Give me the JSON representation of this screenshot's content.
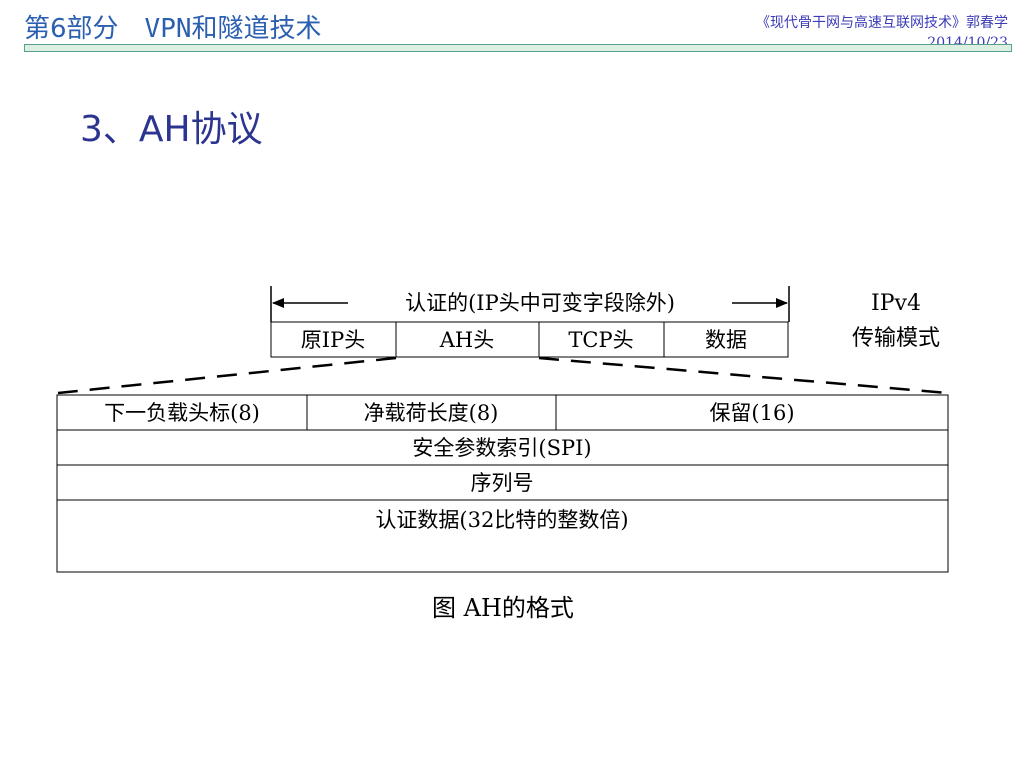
{
  "header": {
    "section_number": "第6部分",
    "section_title": "VPN和隧道技术",
    "book": "《现代骨干网与高速互联网技术》郭春学",
    "date": "2014/10/23"
  },
  "slide": {
    "title": "3、AH协议"
  },
  "diagram": {
    "auth_scope_label": "认证的(IP头中可变字段除外)",
    "packet_fields": [
      "原IP头",
      "AH头",
      "TCP头",
      "数据"
    ],
    "mode_label_line1": "IPv4",
    "mode_label_line2": "传输模式",
    "ah_row1": [
      "下一负载头标(8)",
      "净载荷长度(8)",
      "保留(16)"
    ],
    "ah_spi": "安全参数索引(SPI)",
    "ah_sequence": "序列号",
    "ah_auth_data": "认证数据(32比特的整数倍)",
    "caption": "图 AH的格式"
  }
}
